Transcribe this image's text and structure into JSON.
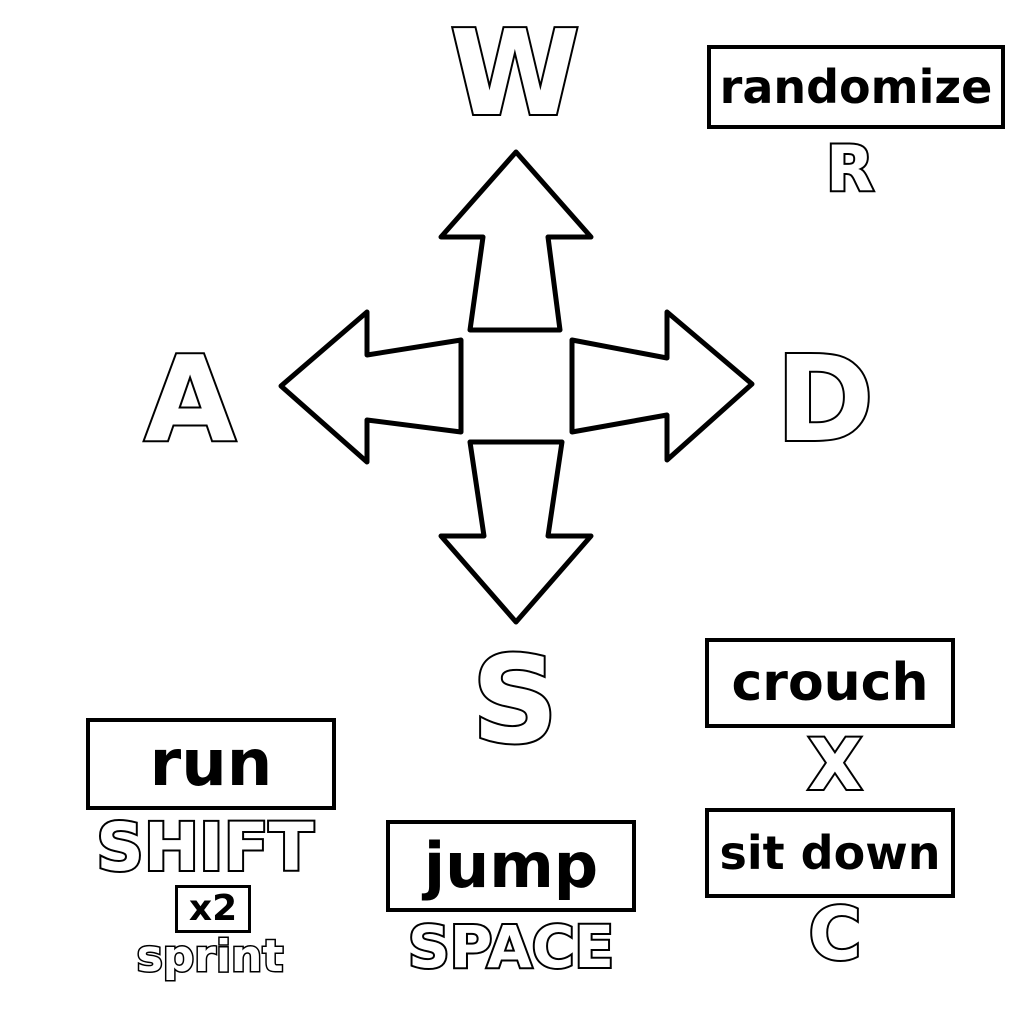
{
  "movement": {
    "up_key": "W",
    "left_key": "A",
    "right_key": "D",
    "down_key": "S"
  },
  "actions": {
    "randomize": {
      "label": "randomize",
      "key": "R"
    },
    "crouch": {
      "label": "crouch",
      "key": "X"
    },
    "sit_down": {
      "label": "sit down",
      "key": "C"
    },
    "run": {
      "label": "run",
      "key": "SHIFT",
      "multiplier": "x2",
      "modifier_label": "sprint"
    },
    "jump": {
      "label": "jump",
      "key": "SPACE"
    }
  },
  "colors": {
    "outline": "#000000",
    "fill": "#ffffff",
    "background": "#ffffff"
  }
}
